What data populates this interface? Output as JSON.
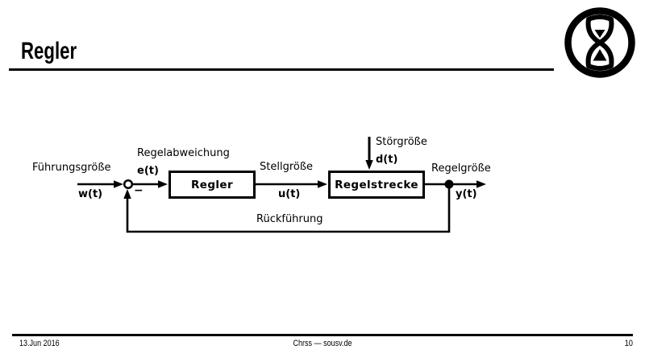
{
  "header": {
    "title": "Regler"
  },
  "logo": {
    "icon": "hourglass-in-circle"
  },
  "diagram": {
    "input_label": "Führungsgröße",
    "input_signal": "w(t)",
    "error_label": "Regelabweichung",
    "error_signal": "e(t)",
    "minus_sign": "−",
    "controller_block": "Regler",
    "actuating_label": "Stellgröße",
    "actuating_signal": "u(t)",
    "disturbance_label": "Störgröße",
    "disturbance_signal": "d(t)",
    "plant_block": "Regelstrecke",
    "output_label": "Regelgröße",
    "output_signal": "y(t)",
    "feedback_label": "Rückführung"
  },
  "footer": {
    "date": "13.Jun 2016",
    "credit": "Chrss — sousv.de",
    "page": "10"
  }
}
